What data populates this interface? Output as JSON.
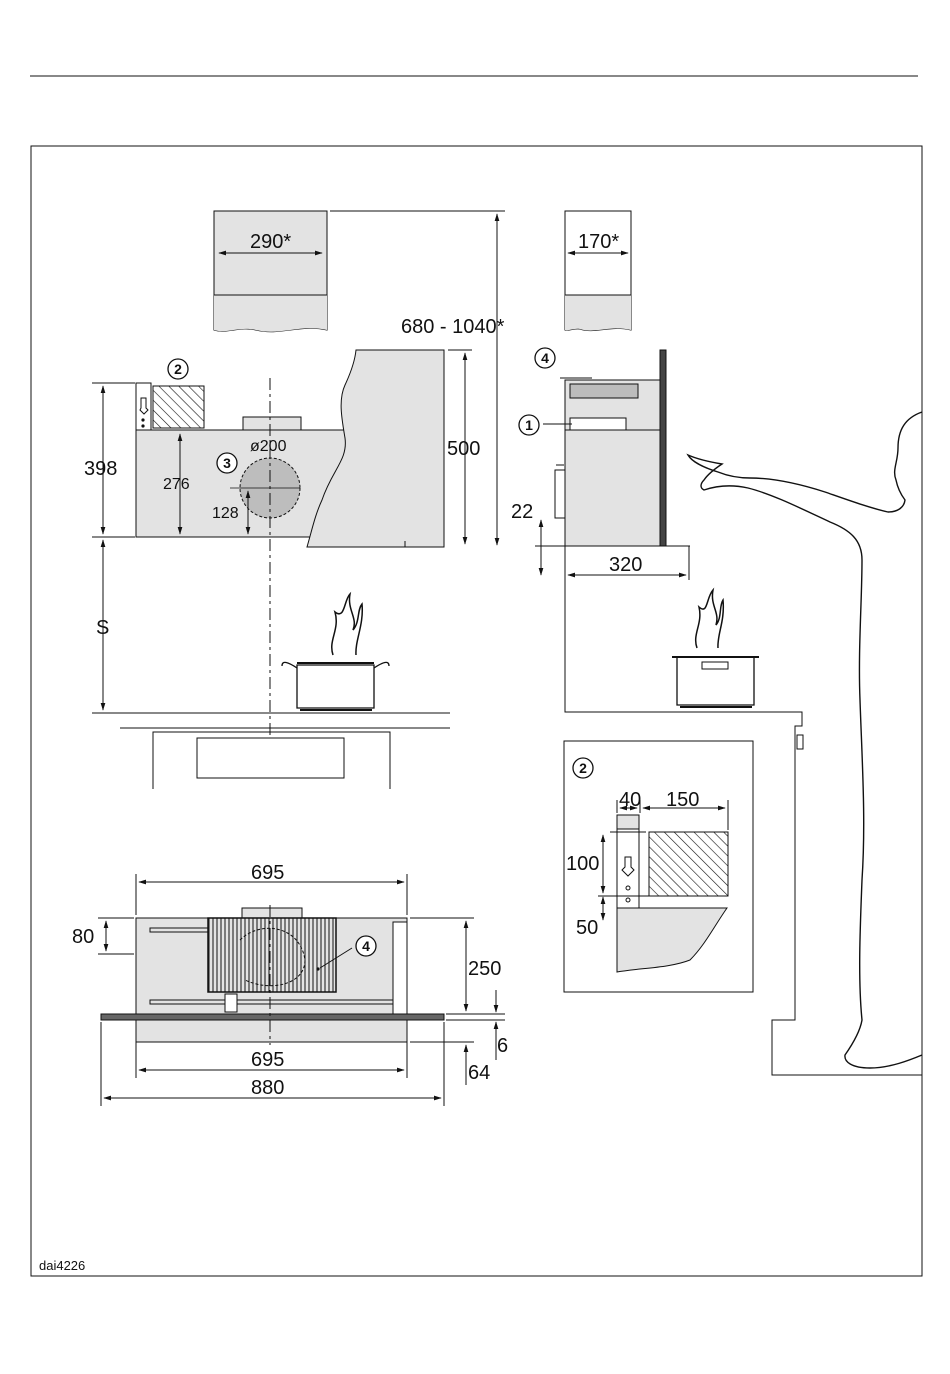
{
  "figure_id": "dai4226",
  "callouts": {
    "c1": "1",
    "c2": "2",
    "c3": "3",
    "c4": "4"
  },
  "top_view": {
    "chimney_front_width": "290*",
    "chimney_side_width": "170*",
    "chimney_height_range": "680 - 1040*"
  },
  "side_view": {
    "housing_height": "398",
    "bracket_height": "276",
    "duct_center_height": "128",
    "duct_diameter": "ø200",
    "canopy_height": "500",
    "safety_distance": "S",
    "gap": "22",
    "depth": "320"
  },
  "detail_2": {
    "bracket_width": "40",
    "area_width": "150",
    "area_height": "100",
    "bottom_offset": "50"
  },
  "front_view": {
    "top_width": "695",
    "top_offset": "80",
    "body_height": "250",
    "panel_thickness": "6",
    "lower_height": "64",
    "lower_width": "695",
    "overall_width": "880"
  },
  "colors": {
    "line": "#111111",
    "fill": "#e3e3e3",
    "hatch": "#111111"
  }
}
